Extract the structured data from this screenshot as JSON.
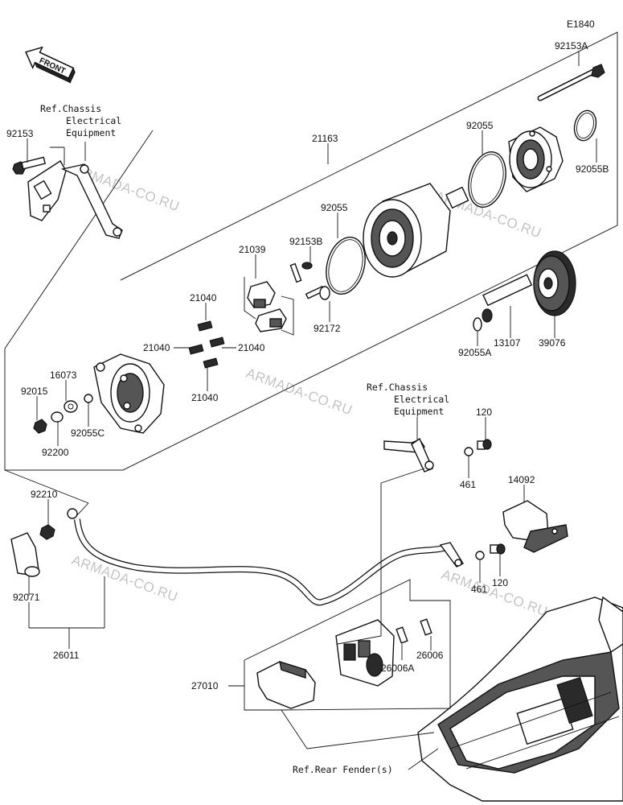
{
  "diagram_code": "E1840",
  "front_label": "FRONT",
  "watermark": "ARMADA-CO.RU",
  "refs": {
    "chassis_1": [
      "Ref.Chassis",
      "Electrical",
      "Equipment"
    ],
    "chassis_2": [
      "Ref.Chassis",
      "Electrical",
      "Equipment"
    ],
    "rear_fender": "Ref.Rear Fender(s)"
  },
  "labels": {
    "p92153A": "92153A",
    "p92153": "92153",
    "p21163": "21163",
    "p92055_top": "92055",
    "p92055B": "92055B",
    "p92055_mid": "92055",
    "p92153B": "92153B",
    "p21039": "21039",
    "p21040_a": "21040",
    "p21040_b": "21040",
    "p21040_c": "21040",
    "p21040_d": "21040",
    "p92172": "92172",
    "p13107": "13107",
    "p39076": "39076",
    "p92055A": "92055A",
    "p16073": "16073",
    "p92015": "92015",
    "p92055C": "92055C",
    "p92200": "92200",
    "p120_a": "120",
    "p461_a": "461",
    "p14092": "14092",
    "p92210": "92210",
    "p120_b": "120",
    "p461_b": "461",
    "p92071": "92071",
    "p26011": "26011",
    "p26006": "26006",
    "p26006A": "26006A",
    "p27010": "27010"
  }
}
